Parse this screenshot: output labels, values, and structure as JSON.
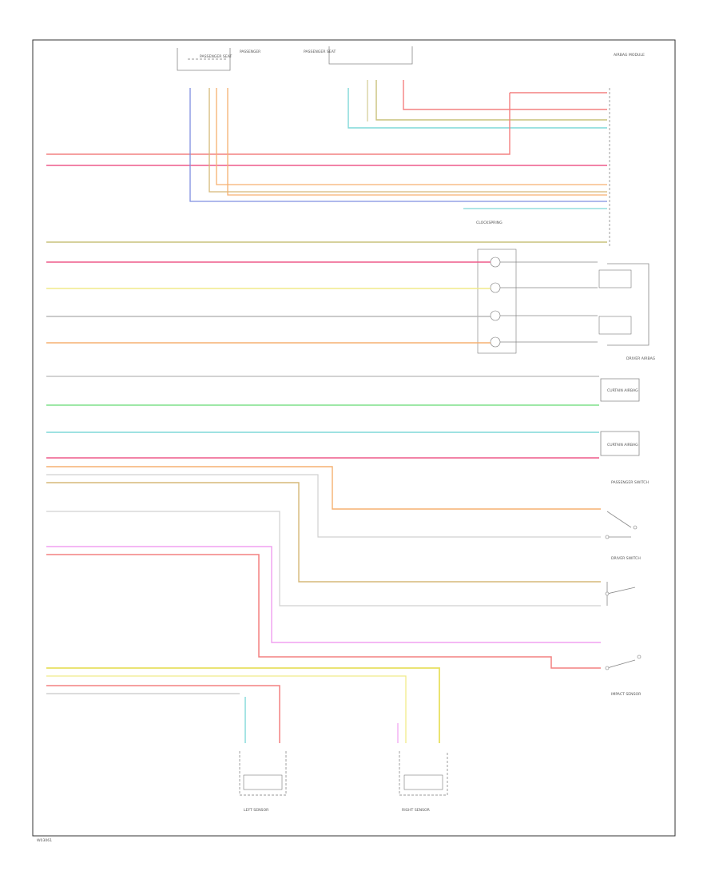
{
  "colors": {
    "red": "#f48080",
    "pink": "#ee5a8a",
    "orange": "#f6b070",
    "tan": "#d6b878",
    "yellow": "#f0ea8a",
    "olive": "#c9c27c",
    "green": "#7fe08a",
    "cyan": "#7fd8d8",
    "blue": "#7f8fe0",
    "gray": "#b8b8b8",
    "magenta": "#f0a0f0",
    "frame": "#333333"
  },
  "diagram": {
    "footer_code": "W03061",
    "top_connector_a": "PASSENGER SEAT",
    "top_connector_b": "PASSENGER SEAT",
    "right_module_title": "AIRBAG MODULE",
    "center_squib_title": "CLOCKSPRING",
    "driver_airbag_title": "DRIVER AIRBAG",
    "curtain_a_title": "CURTAIN AIRBAG",
    "curtain_b_title": "CURTAIN AIRBAG",
    "passenger_switch_title": "PASSENGER SWITCH",
    "driver_switch_title": "DRIVER SWITCH",
    "impact_sensor_title": "IMPACT SENSOR",
    "left_sensor_title": "LEFT SENSOR",
    "right_sensor_title": "RIGHT SENSOR"
  }
}
